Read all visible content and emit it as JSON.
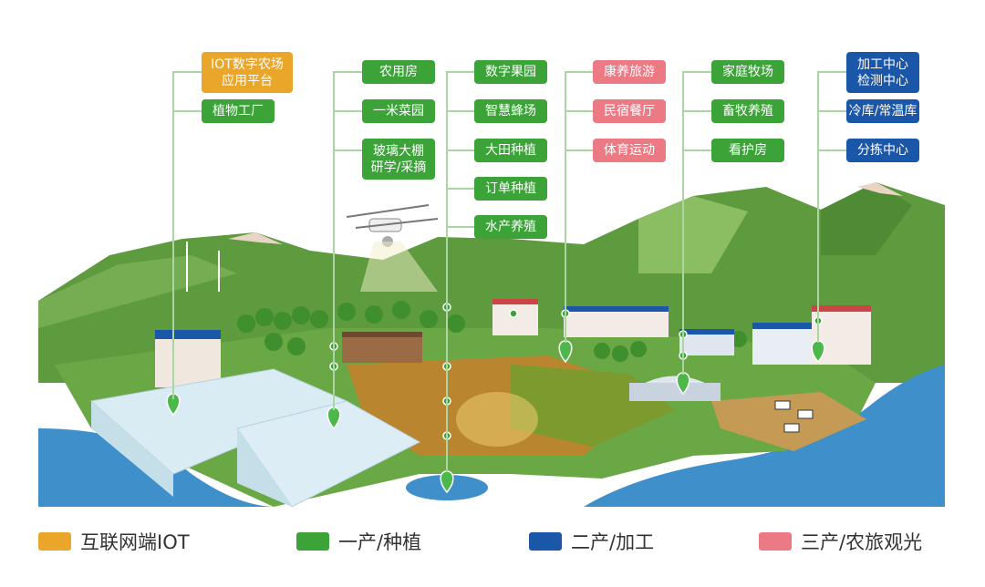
{
  "columns": [
    {
      "category": "iot",
      "items": [
        {
          "label": [
            "IOT数字农场",
            "应用平台"
          ],
          "type": "iot"
        },
        {
          "label": [
            "植物工厂"
          ],
          "type": "primary"
        }
      ]
    },
    {
      "category": "primary",
      "items": [
        {
          "label": [
            "农用房"
          ],
          "type": "primary"
        },
        {
          "label": [
            "一米菜园"
          ],
          "type": "primary"
        },
        {
          "label": [
            "玻璃大棚",
            "研学/采摘"
          ],
          "type": "primary"
        }
      ]
    },
    {
      "category": "primary",
      "items": [
        {
          "label": [
            "数字果园"
          ]
        },
        {
          "label": [
            "智慧蜂场"
          ]
        },
        {
          "label": [
            "大田种植"
          ]
        },
        {
          "label": [
            "订单种植"
          ]
        },
        {
          "label": [
            "水产养殖"
          ]
        }
      ]
    },
    {
      "category": "tertiary",
      "items": [
        {
          "label": [
            "康养旅游"
          ]
        },
        {
          "label": [
            "民宿餐厅"
          ]
        },
        {
          "label": [
            "体育运动"
          ]
        }
      ]
    },
    {
      "category": "primary",
      "items": [
        {
          "label": [
            "家庭牧场"
          ]
        },
        {
          "label": [
            "畜牧养殖"
          ]
        },
        {
          "label": [
            "看护房"
          ]
        }
      ]
    },
    {
      "category": "secondary",
      "items": [
        {
          "label": [
            "加工中心",
            "检测中心"
          ]
        },
        {
          "label": [
            "冷库/常温库"
          ]
        },
        {
          "label": [
            "分拣中心"
          ]
        }
      ]
    }
  ],
  "legend": [
    {
      "label": "互联网端IOT",
      "color": "#eaa628"
    },
    {
      "label": "一产/种植",
      "color": "#3ba338"
    },
    {
      "label": "二产/加工",
      "color": "#1b57a8"
    },
    {
      "label": "三产/农旅观光",
      "color": "#ec7a85"
    }
  ],
  "colors": {
    "iot": "#eaa628",
    "primary": "#3ba338",
    "secondary": "#1b57a8",
    "tertiary": "#ec7a85",
    "connector": "#a9d6a2",
    "water": "#3f8fcb"
  }
}
